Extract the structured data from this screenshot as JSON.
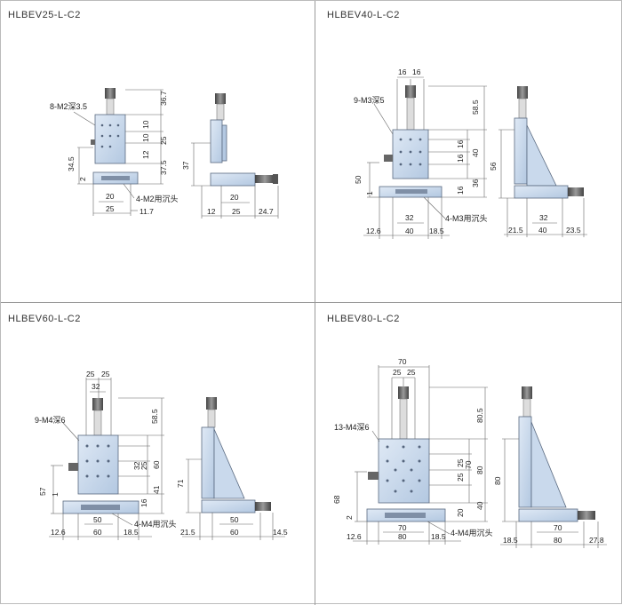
{
  "panels": [
    {
      "model": "HLBEV25-L-C2",
      "notes": {
        "tap": "8-M2深3.5",
        "cb": "4-M2用沉头"
      },
      "dims": {
        "a": "36.7",
        "b": "10",
        "c": "10",
        "d": "25",
        "e": "12",
        "f": "37.5",
        "g": "34.5",
        "h": "2",
        "i": "20",
        "j": "25",
        "k": "11.7",
        "l": "37",
        "m": "20",
        "n": "12",
        "o": "25",
        "p": "24.7"
      }
    },
    {
      "model": "HLBEV40-L-C2",
      "notes": {
        "tap": "9-M3深5",
        "cb": "4-M3用沉头"
      },
      "dims": {
        "a": "16",
        "b": "16",
        "c": "58.5",
        "d": "16",
        "e": "16",
        "f": "40",
        "g": "36",
        "h": "16",
        "i": "50",
        "j": "1",
        "k": "32",
        "l": "12.6",
        "m": "40",
        "n": "18.5",
        "o": "56",
        "p": "32",
        "q": "21.5",
        "r": "40",
        "s": "23.5"
      }
    },
    {
      "model": "HLBEV60-L-C2",
      "notes": {
        "tap": "9-M4深6",
        "cb": "4-M4用沉头"
      },
      "dims": {
        "a": "25",
        "b": "25",
        "c": "32",
        "d": "58.5",
        "e": "32",
        "f": "25",
        "g": "60",
        "h": "41",
        "i": "16",
        "j": "57",
        "k": "1",
        "l": "50",
        "m": "12.6",
        "n": "60",
        "o": "18.5",
        "p": "71",
        "q": "50",
        "r": "21.5",
        "s": "60",
        "t": "14.5"
      }
    },
    {
      "model": "HLBEV80-L-C2",
      "notes": {
        "tap": "13-M4深6",
        "cb": "4-M4用沉头"
      },
      "dims": {
        "a": "70",
        "b": "25",
        "c": "25",
        "d": "80.5",
        "e": "25",
        "f": "25",
        "g": "70",
        "h": "80",
        "i": "40",
        "j": "20",
        "k": "68",
        "l": "2",
        "m": "70",
        "n": "12.6",
        "o": "80",
        "p": "18.5",
        "q": "80",
        "r": "70",
        "s": "18.5",
        "t": "80",
        "u": "27.8"
      }
    }
  ],
  "colors": {
    "stage": "#c9d9ec",
    "stage_dark": "#8fa8c8",
    "knob": "#6c6c6c",
    "line": "#666666"
  }
}
